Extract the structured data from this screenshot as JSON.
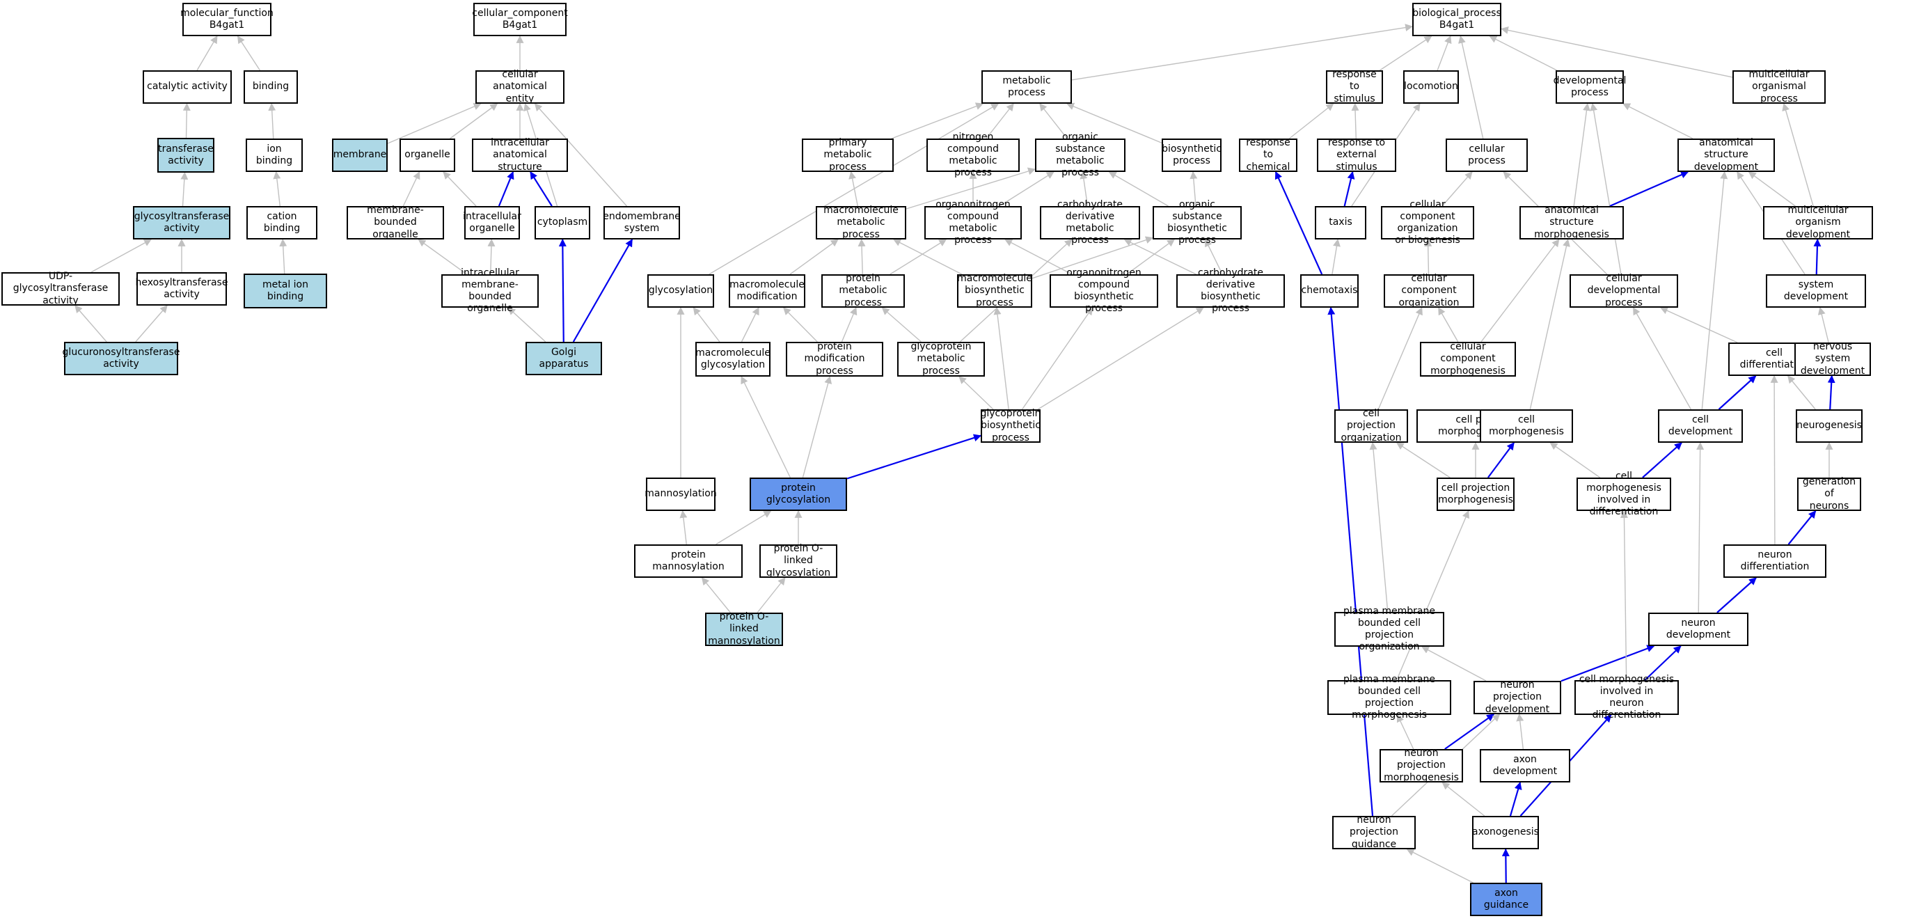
{
  "colors": {
    "edge_gray": "#c0c0c0",
    "edge_blue": "#0000ee",
    "node_plain": "#ffffff",
    "node_light": "#add8e6",
    "node_dark": "#6495ed",
    "node_border": "#000000"
  },
  "nodes": {
    "mf": {
      "label": "molecular_function\nB4gat1",
      "style": "plain"
    },
    "cat": {
      "label": "catalytic activity",
      "style": "plain"
    },
    "bind": {
      "label": "binding",
      "style": "plain"
    },
    "trans": {
      "label": "transferase\nactivity",
      "style": "light"
    },
    "ionb": {
      "label": "ion binding",
      "style": "plain"
    },
    "glyt": {
      "label": "glycosyltransferase\nactivity",
      "style": "light"
    },
    "catb": {
      "label": "cation binding",
      "style": "plain"
    },
    "udp": {
      "label": "UDP-glycosyltransferase\nactivity",
      "style": "plain"
    },
    "hexo": {
      "label": "hexosyltransferase\nactivity",
      "style": "plain"
    },
    "metal": {
      "label": "metal ion binding",
      "style": "light"
    },
    "gluc": {
      "label": "glucuronosyltransferase\nactivity",
      "style": "light"
    },
    "cc": {
      "label": "cellular_component\nB4gat1",
      "style": "plain"
    },
    "cae": {
      "label": "cellular anatomical\nentity",
      "style": "plain"
    },
    "memb": {
      "label": "membrane",
      "style": "light"
    },
    "org": {
      "label": "organelle",
      "style": "plain"
    },
    "ias": {
      "label": "intracellular\nanatomical structure",
      "style": "plain"
    },
    "mbo": {
      "label": "membrane-bounded\norganelle",
      "style": "plain"
    },
    "io": {
      "label": "intracellular\norganelle",
      "style": "plain"
    },
    "cyto": {
      "label": "cytoplasm",
      "style": "plain"
    },
    "endo": {
      "label": "endomembrane\nsystem",
      "style": "plain"
    },
    "imbo": {
      "label": "intracellular\nmembrane-bounded\norganelle",
      "style": "plain"
    },
    "golgi": {
      "label": "Golgi apparatus",
      "style": "light"
    },
    "bp": {
      "label": "biological_process\nB4gat1",
      "style": "plain"
    },
    "metab": {
      "label": "metabolic process",
      "style": "plain"
    },
    "rs": {
      "label": "response to\nstimulus",
      "style": "plain"
    },
    "loco": {
      "label": "locomotion",
      "style": "plain"
    },
    "devp": {
      "label": "developmental\nprocess",
      "style": "plain"
    },
    "mop": {
      "label": "multicellular\norganismal process",
      "style": "plain"
    },
    "pmp": {
      "label": "primary metabolic\nprocess",
      "style": "plain"
    },
    "ncmp": {
      "label": "nitrogen compound\nmetabolic process",
      "style": "plain"
    },
    "osmp": {
      "label": "organic substance\nmetabolic process",
      "style": "plain"
    },
    "biop": {
      "label": "biosynthetic\nprocess",
      "style": "plain"
    },
    "rchem": {
      "label": "response to\nchemical",
      "style": "plain"
    },
    "rext": {
      "label": "response to\nexternal stimulus",
      "style": "plain"
    },
    "cellp": {
      "label": "cellular process",
      "style": "plain"
    },
    "asd": {
      "label": "anatomical structure\ndevelopment",
      "style": "plain"
    },
    "mmp": {
      "label": "macromolecule\nmetabolic process",
      "style": "plain"
    },
    "ocmp": {
      "label": "organonitrogen\ncompound metabolic\nprocess",
      "style": "plain"
    },
    "cdmp": {
      "label": "carbohydrate\nderivative metabolic\nprocess",
      "style": "plain"
    },
    "osbp": {
      "label": "organic substance\nbiosynthetic\nprocess",
      "style": "plain"
    },
    "taxis": {
      "label": "taxis",
      "style": "plain"
    },
    "ccob": {
      "label": "cellular component\norganization\nor biogenesis",
      "style": "plain"
    },
    "asm": {
      "label": "anatomical structure\nmorphogenesis",
      "style": "plain"
    },
    "mod": {
      "label": "multicellular\norganism development",
      "style": "plain"
    },
    "glycos": {
      "label": "glycosylation",
      "style": "plain"
    },
    "mmod": {
      "label": "macromolecule\nmodification",
      "style": "plain"
    },
    "prmp": {
      "label": "protein metabolic\nprocess",
      "style": "plain"
    },
    "mbp": {
      "label": "macromolecule\nbiosynthetic\nprocess",
      "style": "plain"
    },
    "ocbp": {
      "label": "organonitrogen\ncompound biosynthetic\nprocess",
      "style": "plain"
    },
    "cdbp": {
      "label": "carbohydrate\nderivative biosynthetic\nprocess",
      "style": "plain"
    },
    "chemo": {
      "label": "chemotaxis",
      "style": "plain"
    },
    "cco": {
      "label": "cellular component\norganization",
      "style": "plain"
    },
    "cdevp": {
      "label": "cellular developmental\nprocess",
      "style": "plain"
    },
    "sysd": {
      "label": "system development",
      "style": "plain"
    },
    "mglyc": {
      "label": "macromolecule\nglycosylation",
      "style": "plain"
    },
    "pmod": {
      "label": "protein modification\nprocess",
      "style": "plain"
    },
    "gmp": {
      "label": "glycoprotein\nmetabolic process",
      "style": "plain"
    },
    "ccm": {
      "label": "cellular component\nmorphogenesis",
      "style": "plain"
    },
    "cdiff": {
      "label": "cell differentiation",
      "style": "plain"
    },
    "nsd": {
      "label": "nervous system\ndevelopment",
      "style": "plain"
    },
    "gbp": {
      "label": "glycoprotein\nbiosynthetic\nprocess",
      "style": "plain"
    },
    "cpo": {
      "label": "cell projection\norganization",
      "style": "plain"
    },
    "cpm": {
      "label": "cell part morphogenesis",
      "style": "plain"
    },
    "cmorph": {
      "label": "cell morphogenesis",
      "style": "plain"
    },
    "cdev": {
      "label": "cell development",
      "style": "plain"
    },
    "neurog": {
      "label": "neurogenesis",
      "style": "plain"
    },
    "manno": {
      "label": "mannosylation",
      "style": "plain"
    },
    "pglyc": {
      "label": "protein glycosylation",
      "style": "dark"
    },
    "cprojm": {
      "label": "cell projection\nmorphogenesis",
      "style": "plain"
    },
    "cmid": {
      "label": "cell morphogenesis\ninvolved in\ndifferentiation",
      "style": "plain"
    },
    "gen": {
      "label": "generation of\nneurons",
      "style": "plain"
    },
    "pman": {
      "label": "protein mannosylation",
      "style": "plain"
    },
    "pol": {
      "label": "protein O-linked\nglycosylation",
      "style": "plain"
    },
    "ndiff": {
      "label": "neuron differentiation",
      "style": "plain"
    },
    "polm": {
      "label": "protein O-linked\nmannosylation",
      "style": "light"
    },
    "pmbcpo": {
      "label": "plasma membrane\nbounded cell\nprojection organization",
      "style": "plain"
    },
    "ndev": {
      "label": "neuron development",
      "style": "plain"
    },
    "pmbcpm": {
      "label": "plasma membrane\nbounded cell\nprojection morphogenesis",
      "style": "plain"
    },
    "npd": {
      "label": "neuron projection\ndevelopment",
      "style": "plain"
    },
    "cmind": {
      "label": "cell morphogenesis\ninvolved in\nneuron differentiation",
      "style": "plain"
    },
    "npm": {
      "label": "neuron projection\nmorphogenesis",
      "style": "plain"
    },
    "axd": {
      "label": "axon development",
      "style": "plain"
    },
    "npg": {
      "label": "neuron projection\nguidance",
      "style": "plain"
    },
    "axg": {
      "label": "axonogenesis",
      "style": "plain"
    },
    "axgd": {
      "label": "axon guidance",
      "style": "dark"
    }
  },
  "edges": [
    [
      "cat",
      "mf",
      "gray"
    ],
    [
      "bind",
      "mf",
      "gray"
    ],
    [
      "trans",
      "cat",
      "gray"
    ],
    [
      "ionb",
      "bind",
      "gray"
    ],
    [
      "glyt",
      "trans",
      "gray"
    ],
    [
      "catb",
      "ionb",
      "gray"
    ],
    [
      "udp",
      "glyt",
      "gray"
    ],
    [
      "hexo",
      "glyt",
      "gray"
    ],
    [
      "metal",
      "catb",
      "gray"
    ],
    [
      "gluc",
      "udp",
      "gray"
    ],
    [
      "gluc",
      "hexo",
      "gray"
    ],
    [
      "cae",
      "cc",
      "gray"
    ],
    [
      "memb",
      "cae",
      "gray"
    ],
    [
      "org",
      "cae",
      "gray"
    ],
    [
      "ias",
      "cae",
      "gray"
    ],
    [
      "cyto",
      "cae",
      "gray"
    ],
    [
      "endo",
      "cae",
      "gray"
    ],
    [
      "mbo",
      "org",
      "gray"
    ],
    [
      "io",
      "org",
      "gray"
    ],
    [
      "io",
      "ias",
      "blue"
    ],
    [
      "cyto",
      "ias",
      "blue"
    ],
    [
      "imbo",
      "mbo",
      "gray"
    ],
    [
      "imbo",
      "io",
      "gray"
    ],
    [
      "golgi",
      "imbo",
      "gray"
    ],
    [
      "golgi",
      "cyto",
      "blue"
    ],
    [
      "golgi",
      "endo",
      "blue"
    ],
    [
      "metab",
      "bp",
      "gray"
    ],
    [
      "rs",
      "bp",
      "gray"
    ],
    [
      "loco",
      "bp",
      "gray"
    ],
    [
      "devp",
      "bp",
      "gray"
    ],
    [
      "mop",
      "bp",
      "gray"
    ],
    [
      "cellp",
      "bp",
      "gray"
    ],
    [
      "pmp",
      "metab",
      "gray"
    ],
    [
      "ncmp",
      "metab",
      "gray"
    ],
    [
      "osmp",
      "metab",
      "gray"
    ],
    [
      "biop",
      "metab",
      "gray"
    ],
    [
      "glycos",
      "metab",
      "gray"
    ],
    [
      "rchem",
      "rs",
      "gray"
    ],
    [
      "rext",
      "rs",
      "gray"
    ],
    [
      "asd",
      "devp",
      "gray"
    ],
    [
      "asm",
      "devp",
      "gray"
    ],
    [
      "cdevp",
      "devp",
      "gray"
    ],
    [
      "mod",
      "mop",
      "gray"
    ],
    [
      "mmp",
      "osmp",
      "gray"
    ],
    [
      "ocmp",
      "osmp",
      "gray"
    ],
    [
      "cdmp",
      "osmp",
      "gray"
    ],
    [
      "osbp",
      "osmp",
      "gray"
    ],
    [
      "osbp",
      "biop",
      "gray"
    ],
    [
      "mmp",
      "pmp",
      "gray"
    ],
    [
      "ocmp",
      "ncmp",
      "gray"
    ],
    [
      "taxis",
      "rext",
      "blue"
    ],
    [
      "taxis",
      "loco",
      "gray"
    ],
    [
      "chemo",
      "rchem",
      "blue"
    ],
    [
      "chemo",
      "taxis",
      "gray"
    ],
    [
      "ccob",
      "cellp",
      "gray"
    ],
    [
      "cdevp",
      "cellp",
      "gray"
    ],
    [
      "asm",
      "asd",
      "blue"
    ],
    [
      "mod",
      "asd",
      "gray"
    ],
    [
      "sysd",
      "asd",
      "gray"
    ],
    [
      "cdev",
      "asd",
      "gray"
    ],
    [
      "sysd",
      "mod",
      "blue"
    ],
    [
      "mmod",
      "mmp",
      "gray"
    ],
    [
      "prmp",
      "mmp",
      "gray"
    ],
    [
      "mbp",
      "mmp",
      "gray"
    ],
    [
      "prmp",
      "ocmp",
      "gray"
    ],
    [
      "ocbp",
      "ocmp",
      "gray"
    ],
    [
      "gmp",
      "cdmp",
      "gray"
    ],
    [
      "cdbp",
      "cdmp",
      "gray"
    ],
    [
      "mbp",
      "osbp",
      "gray"
    ],
    [
      "ocbp",
      "osbp",
      "gray"
    ],
    [
      "cdbp",
      "osbp",
      "gray"
    ],
    [
      "cco",
      "ccob",
      "gray"
    ],
    [
      "ccm",
      "cco",
      "gray"
    ],
    [
      "cpo",
      "cco",
      "gray"
    ],
    [
      "ccm",
      "asm",
      "gray"
    ],
    [
      "cmorph",
      "asm",
      "gray"
    ],
    [
      "cdiff",
      "cdevp",
      "gray"
    ],
    [
      "cdev",
      "cdevp",
      "gray"
    ],
    [
      "cdev",
      "cdiff",
      "blue"
    ],
    [
      "neurog",
      "cdiff",
      "gray"
    ],
    [
      "ndiff",
      "cdiff",
      "gray"
    ],
    [
      "nsd",
      "sysd",
      "gray"
    ],
    [
      "neurog",
      "nsd",
      "blue"
    ],
    [
      "mglyc",
      "glycos",
      "gray"
    ],
    [
      "mglyc",
      "mmod",
      "gray"
    ],
    [
      "pmod",
      "prmp",
      "gray"
    ],
    [
      "pmod",
      "mmod",
      "gray"
    ],
    [
      "gmp",
      "prmp",
      "gray"
    ],
    [
      "gbp",
      "gmp",
      "gray"
    ],
    [
      "gbp",
      "mbp",
      "gray"
    ],
    [
      "gbp",
      "ocbp",
      "gray"
    ],
    [
      "gbp",
      "cdbp",
      "gray"
    ],
    [
      "pglyc",
      "mglyc",
      "gray"
    ],
    [
      "pglyc",
      "pmod",
      "gray"
    ],
    [
      "pglyc",
      "gbp",
      "blue"
    ],
    [
      "manno",
      "glycos",
      "gray"
    ],
    [
      "cprojm",
      "cpo",
      "gray"
    ],
    [
      "cprojm",
      "cpm",
      "gray"
    ],
    [
      "cprojm",
      "cmorph",
      "blue"
    ],
    [
      "cmid",
      "cmorph",
      "gray"
    ],
    [
      "cmid",
      "cdev",
      "blue"
    ],
    [
      "gen",
      "neurog",
      "gray"
    ],
    [
      "ndiff",
      "gen",
      "blue"
    ],
    [
      "pman",
      "manno",
      "gray"
    ],
    [
      "pman",
      "pglyc",
      "gray"
    ],
    [
      "pol",
      "pglyc",
      "gray"
    ],
    [
      "polm",
      "pman",
      "gray"
    ],
    [
      "polm",
      "pol",
      "gray"
    ],
    [
      "ndev",
      "ndiff",
      "blue"
    ],
    [
      "ndev",
      "cdev",
      "gray"
    ],
    [
      "pmbcpo",
      "cpo",
      "gray"
    ],
    [
      "npd",
      "pmbcpo",
      "gray"
    ],
    [
      "npd",
      "ndev",
      "blue"
    ],
    [
      "pmbcpm",
      "cprojm",
      "gray"
    ],
    [
      "cmind",
      "cmid",
      "gray"
    ],
    [
      "cmind",
      "ndev",
      "blue"
    ],
    [
      "npm",
      "pmbcpm",
      "gray"
    ],
    [
      "npm",
      "npd",
      "blue"
    ],
    [
      "axd",
      "npd",
      "gray"
    ],
    [
      "npg",
      "npd",
      "gray"
    ],
    [
      "npg",
      "chemo",
      "blue"
    ],
    [
      "axg",
      "npm",
      "gray"
    ],
    [
      "axg",
      "axd",
      "blue"
    ],
    [
      "axg",
      "cmind",
      "blue"
    ],
    [
      "axgd",
      "npg",
      "gray"
    ],
    [
      "axgd",
      "axg",
      "blue"
    ]
  ]
}
